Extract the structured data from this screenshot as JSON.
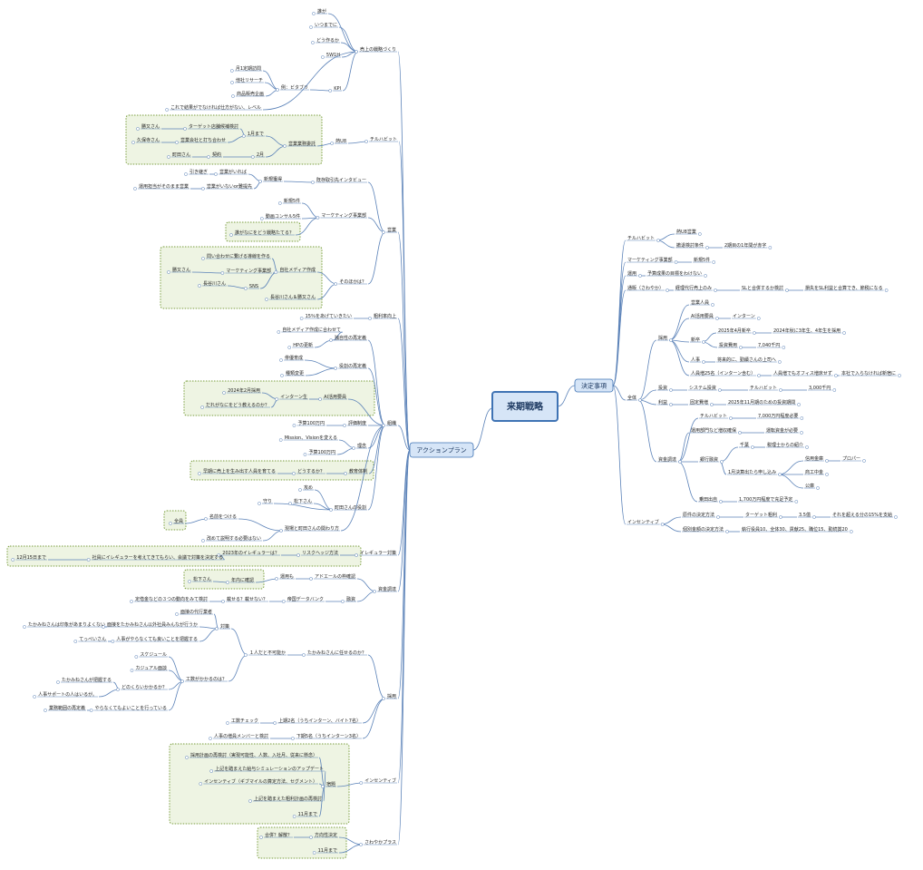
{
  "root": {
    "label": "来期戦略"
  },
  "main": [
    {
      "id": "action",
      "label": "アクションプラン"
    },
    {
      "id": "decision",
      "label": "決定事項"
    }
  ],
  "nodes": [
    {
      "id": "a1",
      "label": "売上の戦略づくり"
    },
    {
      "id": "a1a",
      "label": "誰が"
    },
    {
      "id": "a1b",
      "label": "いつまでに"
    },
    {
      "id": "a1c",
      "label": "どう作るか"
    },
    {
      "id": "a1d",
      "label": "5W1H"
    },
    {
      "id": "a1e",
      "label": "KPI"
    },
    {
      "id": "a1e1",
      "label": "例：ビタブリ"
    },
    {
      "id": "a1e1a",
      "label": "月1定期訪問"
    },
    {
      "id": "a1e1b",
      "label": "他社リサーチ"
    },
    {
      "id": "a1e1c",
      "label": "商品販売企画"
    },
    {
      "id": "a1f",
      "label": "これで結果がでなければ仕方がない、レベル"
    },
    {
      "id": "a2",
      "label": "チルハビット"
    },
    {
      "id": "a2a",
      "label": "熱U8"
    },
    {
      "id": "a2b",
      "label": "営業業務委託"
    },
    {
      "id": "a2b1",
      "label": "1月まで"
    },
    {
      "id": "a2b2",
      "label": "2月"
    },
    {
      "id": "a2c1",
      "label": "ターゲット店舗候補検討"
    },
    {
      "id": "a2c2",
      "label": "営業会社と打ち合わせ"
    },
    {
      "id": "a2c3",
      "label": "契約"
    },
    {
      "id": "a2d1",
      "label": "勝又さん"
    },
    {
      "id": "a2d2",
      "label": "久保寺さん"
    },
    {
      "id": "a2d3",
      "label": "町田さん"
    },
    {
      "id": "a3",
      "label": "営業"
    },
    {
      "id": "a3a",
      "label": "既存取引先インタビュー"
    },
    {
      "id": "a3a1",
      "label": "新規獲得"
    },
    {
      "id": "a3a2",
      "label": "営業がいれば"
    },
    {
      "id": "a3a3",
      "label": "営業がいないor難提先"
    },
    {
      "id": "a3a4",
      "label": "引き継ぎ"
    },
    {
      "id": "a3a5",
      "label": "運用担当がそのまま営業"
    },
    {
      "id": "a3b",
      "label": "マーケティング事業部"
    },
    {
      "id": "a3b1",
      "label": "新規5件"
    },
    {
      "id": "a3b2",
      "label": "動画コンサル5件"
    },
    {
      "id": "a3b3",
      "label": "誰がなにをどう戦略たてる？"
    },
    {
      "id": "a3c",
      "label": "そのほかは？"
    },
    {
      "id": "a3c1",
      "label": "自社メディア作成"
    },
    {
      "id": "a3c2",
      "label": "問い合わせに繋げる導線を作る"
    },
    {
      "id": "a3c3",
      "label": "マーケティング事業部"
    },
    {
      "id": "a3c4",
      "label": "SNS"
    },
    {
      "id": "a3c5",
      "label": "勝又さん"
    },
    {
      "id": "a3c6",
      "label": "長谷川さん"
    },
    {
      "id": "a3c7",
      "label": "長谷川さん＆勝又さん"
    },
    {
      "id": "a4",
      "label": "粗利率向上"
    },
    {
      "id": "a4a",
      "label": "15％をあげていきたい"
    },
    {
      "id": "a5",
      "label": "組織"
    },
    {
      "id": "a5a",
      "label": "独自性の再定義"
    },
    {
      "id": "a5a1",
      "label": "自社メディア作成に合わせて"
    },
    {
      "id": "a5a2",
      "label": "HPの更新"
    },
    {
      "id": "a5b",
      "label": "役割の再定義"
    },
    {
      "id": "a5b1",
      "label": "俳優育成"
    },
    {
      "id": "a5b2",
      "label": "種類変更"
    },
    {
      "id": "a5c",
      "label": "AI活用要員"
    },
    {
      "id": "a5c1",
      "label": "インターン生"
    },
    {
      "id": "a5c2",
      "label": "2024年2月採用"
    },
    {
      "id": "a5c3",
      "label": "だれがなにをどう教えるのか？"
    },
    {
      "id": "a5d",
      "label": "評価制度"
    },
    {
      "id": "a5d1",
      "label": "予算100万円"
    },
    {
      "id": "a5e",
      "label": "理念"
    },
    {
      "id": "a5e1",
      "label": "Mission、Visionを変える"
    },
    {
      "id": "a5e2",
      "label": "予算100万円"
    },
    {
      "id": "a5f",
      "label": "教育体制"
    },
    {
      "id": "a5f1",
      "label": "どうするか？"
    },
    {
      "id": "a5f2",
      "label": "早期に売上を生み出す人員を育てる"
    },
    {
      "id": "a5g",
      "label": "町田さんの役割"
    },
    {
      "id": "a5g1",
      "label": "攻め"
    },
    {
      "id": "a5g2",
      "label": "松下さん"
    },
    {
      "id": "a5g3",
      "label": "守り"
    },
    {
      "id": "a5h",
      "label": "現場と町田さんの関わり方"
    },
    {
      "id": "a5h1",
      "label": "名前をつける"
    },
    {
      "id": "a5h2",
      "label": "全員"
    },
    {
      "id": "a5h3",
      "label": "改めて説明する必要はない"
    },
    {
      "id": "a6",
      "label": "イレギュラー対策"
    },
    {
      "id": "a6a",
      "label": "リスクヘッジ方法"
    },
    {
      "id": "a6b",
      "label": "2023年のイレギュラーは？"
    },
    {
      "id": "a6c",
      "label": "社員にイレギュラーを考えてきてもらい、会議で対策を決定する"
    },
    {
      "id": "a6d",
      "label": "12月15日まで"
    },
    {
      "id": "a7",
      "label": "資金調達"
    },
    {
      "id": "a7a",
      "label": "アドエールの枠確認"
    },
    {
      "id": "a7a1",
      "label": "運用も"
    },
    {
      "id": "a7a2",
      "label": "年内に確認"
    },
    {
      "id": "a7a3",
      "label": "松下さん"
    },
    {
      "id": "a7b",
      "label": "融資"
    },
    {
      "id": "a7b1",
      "label": "帝国データバンク"
    },
    {
      "id": "a7b2",
      "label": "載せる？載せない？"
    },
    {
      "id": "a7b3",
      "label": "定借金などの３つの動向をみて検討"
    },
    {
      "id": "a8",
      "label": "採用"
    },
    {
      "id": "a8a",
      "label": "たかみねさんに任せるのか？"
    },
    {
      "id": "a8a1",
      "label": "１人だと不可能か"
    },
    {
      "id": "a8b",
      "label": "対策"
    },
    {
      "id": "a8b1",
      "label": "面接の代行業者"
    },
    {
      "id": "a8b2",
      "label": "面接をたかみねさん以外社員みんなが行うか"
    },
    {
      "id": "a8b3",
      "label": "たかみねさんは印象があまりよくない"
    },
    {
      "id": "a8b4",
      "label": "人事がやらなくても良いことを把握する"
    },
    {
      "id": "a8b5",
      "label": "てっぺいさん"
    },
    {
      "id": "a8c",
      "label": "工数がかかるのは？"
    },
    {
      "id": "a8c1",
      "label": "スケジュール"
    },
    {
      "id": "a8c2",
      "label": "カジュアル面談"
    },
    {
      "id": "a8c3",
      "label": "どのくらいかかるか？"
    },
    {
      "id": "a8c4",
      "label": "たかみねさんが把握する"
    },
    {
      "id": "a8c5",
      "label": "人事サポートの人はいるが。"
    },
    {
      "id": "a8c6",
      "label": "やらなくてもよいことを行っている"
    },
    {
      "id": "a8c7",
      "label": "業務範囲の再定義"
    },
    {
      "id": "a8d",
      "label": "上期2名（うちインターン、バイト7名）"
    },
    {
      "id": "a8d1",
      "label": "工数チェック"
    },
    {
      "id": "a8e",
      "label": "下期5名（うちインターン3名）"
    },
    {
      "id": "a8e1",
      "label": "人事の増員メンバーと検討"
    },
    {
      "id": "a9",
      "label": "インセンティブ"
    },
    {
      "id": "a9a",
      "label": "宿題"
    },
    {
      "id": "a9b1",
      "label": "採用計画の再検討（実現可能性、人数、入社月、従来に懸念）"
    },
    {
      "id": "a9b2",
      "label": "上記を踏まえた給与シミュレーションのアップデート"
    },
    {
      "id": "a9b3",
      "label": "インセンティブ（ギブマイルの算定方法、セグメント）"
    },
    {
      "id": "a9b4",
      "label": "上記を踏まえた粗利計画の再検討"
    },
    {
      "id": "a9b5",
      "label": "11月まで"
    },
    {
      "id": "a10",
      "label": "さわやかプラス"
    },
    {
      "id": "a10a",
      "label": "方向性決定"
    },
    {
      "id": "a10b",
      "label": "合併？解散？"
    },
    {
      "id": "a10c",
      "label": "11月まで"
    },
    {
      "id": "d1",
      "label": "チルハビット"
    },
    {
      "id": "d1a",
      "label": "熱U8営業"
    },
    {
      "id": "d1b",
      "label": "撤退検討条件"
    },
    {
      "id": "d1c",
      "label": "2期目の1年間が赤字"
    },
    {
      "id": "d2",
      "label": "マーケティング事業部"
    },
    {
      "id": "d2a",
      "label": "新規5件"
    },
    {
      "id": "d3",
      "label": "運用"
    },
    {
      "id": "d3a",
      "label": "予算成果の目標をわけない"
    },
    {
      "id": "d4",
      "label": "通販（さわやか）"
    },
    {
      "id": "d4a",
      "label": "経理代行売上のみ"
    },
    {
      "id": "d4b",
      "label": "SLと合併するか検討"
    },
    {
      "id": "d4c",
      "label": "損失をSL利益と合算でき、節税になる"
    },
    {
      "id": "d5",
      "label": "全体"
    },
    {
      "id": "d5a",
      "label": "採用"
    },
    {
      "id": "d5a1",
      "label": "営業人員"
    },
    {
      "id": "d5a2",
      "label": "AI活用要員"
    },
    {
      "id": "d5a3",
      "label": "インターン"
    },
    {
      "id": "d5a4",
      "label": "新卒"
    },
    {
      "id": "d5a5",
      "label": "2025年4月新卒"
    },
    {
      "id": "d5a6",
      "label": "2024年秋に3年生、4年生を採用"
    },
    {
      "id": "d5a7",
      "label": "投資費用"
    },
    {
      "id": "d5a8",
      "label": "7,040千円"
    },
    {
      "id": "d5a9",
      "label": "人事"
    },
    {
      "id": "d5a10",
      "label": "将来的に、勤續さんの上司へ"
    },
    {
      "id": "d5a11",
      "label": "人員増25名（インターン含む）"
    },
    {
      "id": "d5a12",
      "label": "人員増でもオフィス増床せず"
    },
    {
      "id": "d5a13",
      "label": "本社で入らなければ新宿に"
    },
    {
      "id": "d5b",
      "label": "投資"
    },
    {
      "id": "d5b1",
      "label": "システム投資"
    },
    {
      "id": "d5b2",
      "label": "チルハビット"
    },
    {
      "id": "d5b3",
      "label": "3,000千円"
    },
    {
      "id": "d5c",
      "label": "利益"
    },
    {
      "id": "d5c1",
      "label": "固定費増"
    },
    {
      "id": "d5c2",
      "label": "2025年11月期のための投資期間"
    },
    {
      "id": "d5d",
      "label": "資金調達"
    },
    {
      "id": "d5d1",
      "label": "チルハビット"
    },
    {
      "id": "d5d2",
      "label": "7,000万円程度必要"
    },
    {
      "id": "d5d3",
      "label": "運用部門など増収確保"
    },
    {
      "id": "d5d4",
      "label": "運転資金が必要"
    },
    {
      "id": "d5d5",
      "label": "銀行融資"
    },
    {
      "id": "d5d6",
      "label": "千葉"
    },
    {
      "id": "d5d7",
      "label": "税理士からの紹介"
    },
    {
      "id": "d5d8",
      "label": "1月決算出たら申し込み"
    },
    {
      "id": "d5d9",
      "label": "信用金庫"
    },
    {
      "id": "d5d10",
      "label": "プロパー"
    },
    {
      "id": "d5d11",
      "label": "商工中金"
    },
    {
      "id": "d5d12",
      "label": "公庫"
    },
    {
      "id": "d5d13",
      "label": "乗田出自"
    },
    {
      "id": "d5d14",
      "label": "1,700万円程度で充足予定"
    },
    {
      "id": "d6",
      "label": "インセンティブ"
    },
    {
      "id": "d6a",
      "label": "原件の決定方法"
    },
    {
      "id": "d6b",
      "label": "ターゲット粗利"
    },
    {
      "id": "d6c",
      "label": "3.5億"
    },
    {
      "id": "d6d",
      "label": "それを超える分の15%を支給"
    },
    {
      "id": "d6e",
      "label": "個別金額の決定方法"
    },
    {
      "id": "d6f",
      "label": "執行役員10、全体30、貢献25、職位15、勤続賞20"
    }
  ]
}
